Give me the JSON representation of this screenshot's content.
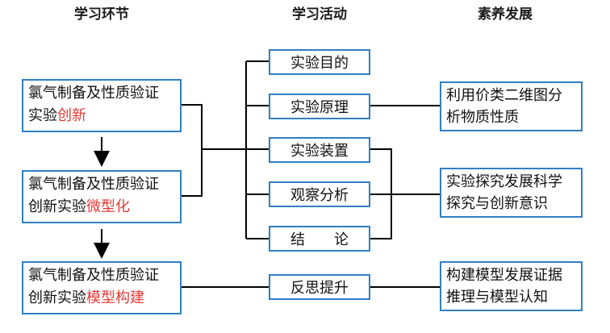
{
  "headers": {
    "learning_stage": "学习环节",
    "learning_activity": "学习活动",
    "literacy_development": "素养发展"
  },
  "stages": [
    {
      "line1": "氯气制备及性质验证",
      "line2_black": "实验",
      "line2_red": "创新"
    },
    {
      "line1": "氯气制备及性质验证",
      "line2_black": "创新实验",
      "line2_red": "微型化"
    },
    {
      "line1": "氯气制备及性质验证",
      "line2_black": "创新实验",
      "line2_red": "模型构建"
    }
  ],
  "activities": [
    "实验目的",
    "实验原理",
    "实验装置",
    "观察分析",
    "结　　论",
    "反思提升"
  ],
  "outcomes": [
    {
      "line1": "利用价类二维图分",
      "line2": "析物质性质"
    },
    {
      "line1": "实验探究发展科学",
      "line2": "探究与创新意识"
    },
    {
      "line1": "构建模型发展证据",
      "line2": "推理与模型认知"
    }
  ],
  "colors": {
    "box_border": "#2f7fc3",
    "highlight_text": "#e53935",
    "line": "#000000"
  }
}
